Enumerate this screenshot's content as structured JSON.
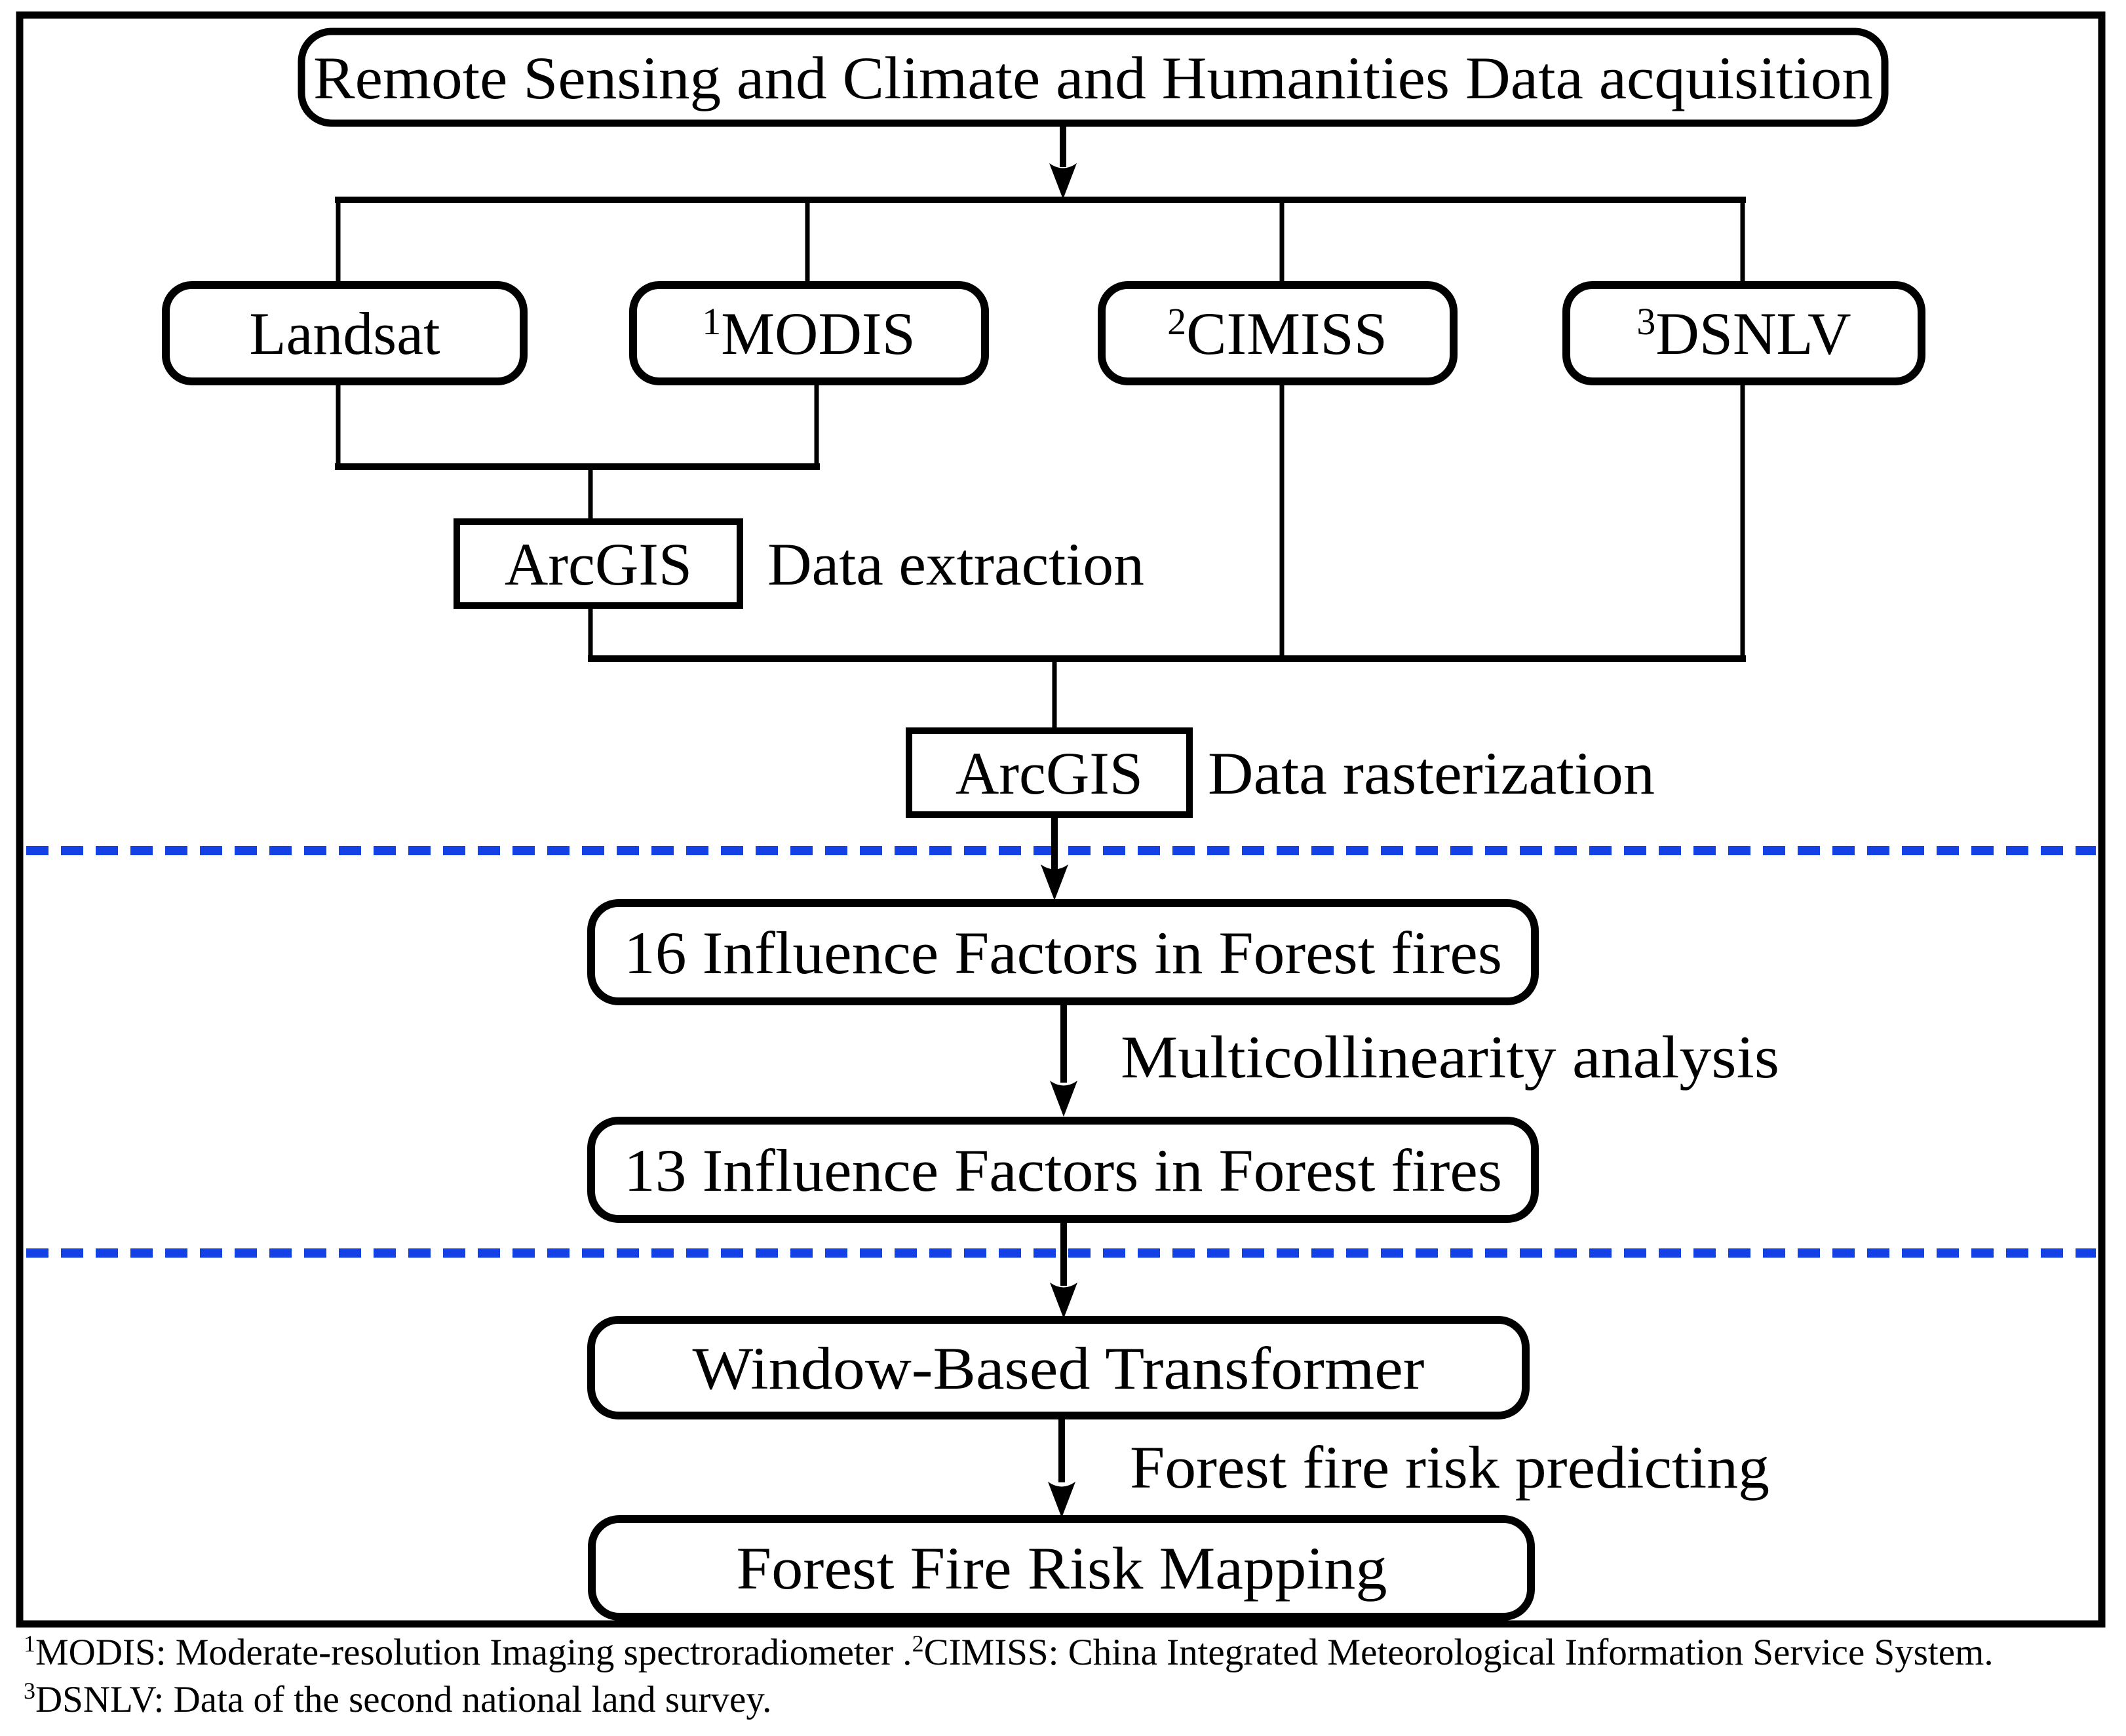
{
  "diagram": {
    "title": "Remote Sensing and Climate and Humanities Data acquisition",
    "sources": [
      {
        "sup": "",
        "label": "Landsat"
      },
      {
        "sup": "1",
        "label": "MODIS"
      },
      {
        "sup": "2",
        "label": "CIMISS"
      },
      {
        "sup": "3",
        "label": "DSNLV"
      }
    ],
    "extraction": {
      "tool": "ArcGIS",
      "label": "Data extraction"
    },
    "rasterization": {
      "tool": "ArcGIS",
      "label": "Data rasterization"
    },
    "factors_16": "16 Influence Factors in Forest fires",
    "analysis_label": "Multicollinearity analysis",
    "factors_13": "13 Influence Factors in Forest fires",
    "model": "Window-Based Transformer",
    "predict_label": "Forest fire risk predicting",
    "output": "Forest Fire Risk Mapping",
    "colors": {
      "stroke": "#000000",
      "divider": "#1441e6",
      "background": "#ffffff"
    }
  },
  "footnotes": {
    "f1_sup": "1",
    "f1_text": "MODIS: Moderate-resolution Imaging spectroradiometer .",
    "f2_sup": "2",
    "f2_text": "CIMISS: China Integrated Meteorological Information Service System.",
    "f3_sup": "3",
    "f3_text": "DSNLV: Data of the second national land survey."
  }
}
